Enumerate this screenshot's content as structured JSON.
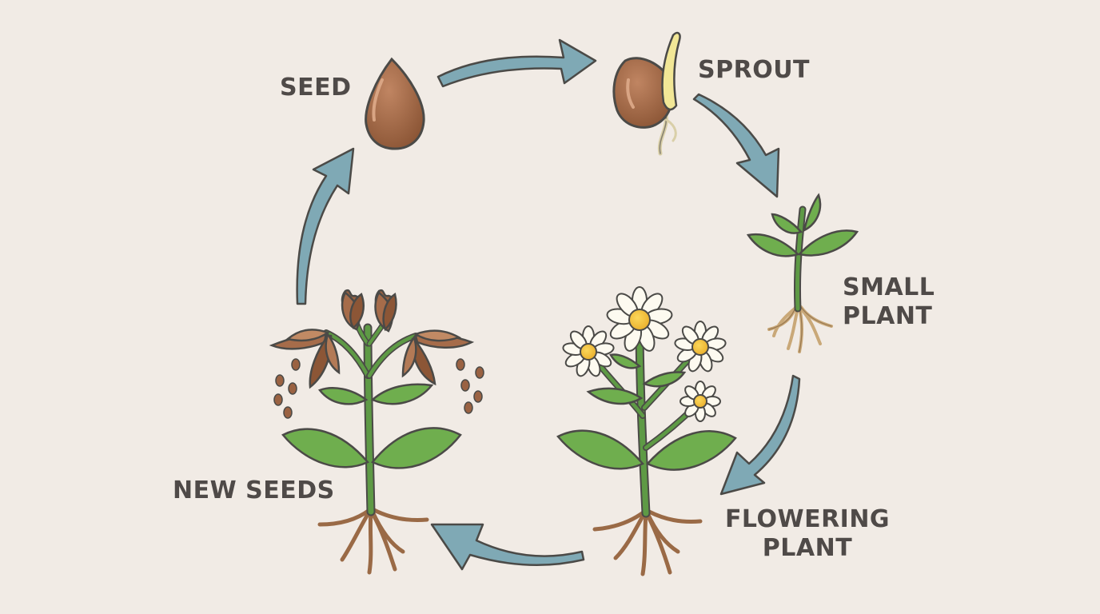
{
  "diagram": {
    "stages": [
      {
        "id": "seed",
        "lines": [
          "SEED"
        ]
      },
      {
        "id": "sprout",
        "lines": [
          "SPROUT"
        ]
      },
      {
        "id": "small-plant",
        "lines": [
          "SMALL",
          "PLANT"
        ]
      },
      {
        "id": "flowering-plant",
        "lines": [
          "FLOWERING",
          "PLANT"
        ]
      },
      {
        "id": "new-seeds",
        "lines": [
          "NEW SEEDS"
        ]
      }
    ],
    "colors": {
      "background": "#f1ebe5",
      "arrow": "#7fa9b5",
      "outline": "#4b4a47",
      "seed": "#9a6242",
      "leaf": "#6fae4e",
      "stem": "#5e9a45",
      "root": "#9a6a46",
      "petal": "#fdfaf0",
      "flower-center": "#f4c640",
      "label": "#4f4a48"
    }
  }
}
